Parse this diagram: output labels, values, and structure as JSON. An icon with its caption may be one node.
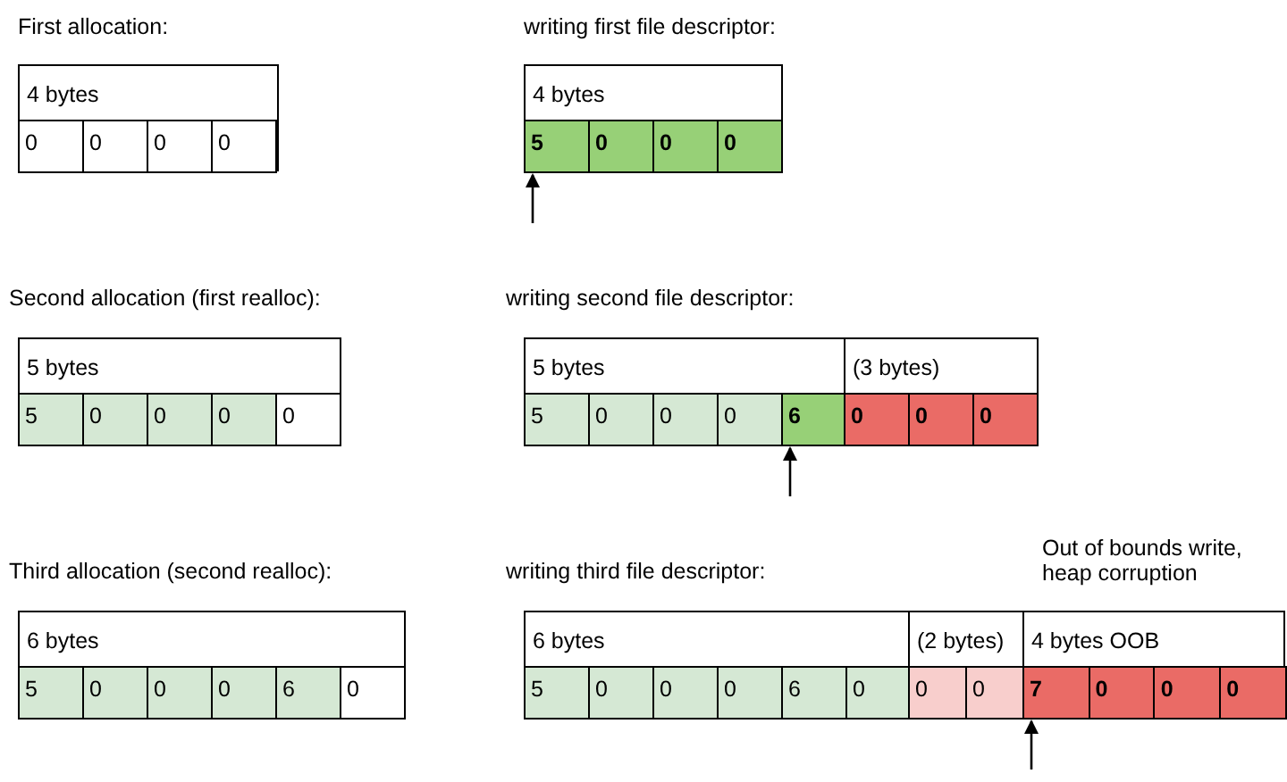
{
  "diagram": {
    "nodes": [
      {
        "text": [
          "4 bytes"
        ]
      },
      {
        "text": [
          "0"
        ],
        "in": 0
      },
      {
        "text": [
          "0"
        ],
        "in": 0
      },
      {
        "text": [
          "0"
        ],
        "in": 0
      },
      {
        "text": [
          "0"
        ],
        "in": 0
      },
      {
        "text": [
          "4 bytes"
        ]
      },
      {
        "text": [
          "5"
        ],
        "in": 5
      },
      {
        "text": [
          "0"
        ],
        "in": 5
      },
      {
        "text": [
          "0"
        ],
        "in": 5
      },
      {
        "text": [
          "0"
        ],
        "in": 5
      },
      {
        "text": [
          "5 bytes"
        ]
      },
      {
        "text": [
          "5"
        ],
        "in": 10
      },
      {
        "text": [
          "0"
        ],
        "in": 10
      },
      {
        "text": [
          "0"
        ],
        "in": 10
      },
      {
        "text": [
          "0"
        ],
        "in": 10
      },
      {
        "text": [
          "0"
        ],
        "in": 10
      },
      {
        "text": [
          "5 bytes"
        ]
      },
      {
        "text": [
          "5"
        ],
        "in": 16
      },
      {
        "text": [
          "0"
        ],
        "in": 16
      },
      {
        "text": [
          "0"
        ],
        "in": 16
      },
      {
        "text": [
          "0"
        ],
        "in": 16
      },
      {
        "text": [
          "6"
        ],
        "in": 16
      },
      {
        "text": [
          "(3 bytes)"
        ]
      },
      {
        "text": [
          "0"
        ],
        "in": 22
      },
      {
        "text": [
          "0"
        ],
        "in": 22
      },
      {
        "text": [
          "0"
        ],
        "in": 22
      },
      {
        "text": [
          "6 bytes"
        ]
      },
      {
        "text": [
          "5"
        ],
        "in": 26
      },
      {
        "text": [
          "0"
        ],
        "in": 26
      },
      {
        "text": [
          "0"
        ],
        "in": 26
      },
      {
        "text": [
          "0"
        ],
        "in": 26
      },
      {
        "text": [
          "6"
        ],
        "in": 26
      },
      {
        "text": [
          "0"
        ],
        "in": 26
      },
      {
        "text": [
          "6 bytes"
        ]
      },
      {
        "text": [
          "5"
        ],
        "in": 33
      },
      {
        "text": [
          "0"
        ],
        "in": 33
      },
      {
        "text": [
          "0"
        ],
        "in": 33
      },
      {
        "text": [
          "0"
        ],
        "in": 33
      },
      {
        "text": [
          "6"
        ],
        "in": 33
      },
      {
        "text": [
          "0"
        ],
        "in": 33
      },
      {
        "text": [
          "(2 bytes)"
        ]
      },
      {
        "text": [
          "0"
        ],
        "in": 40
      },
      {
        "text": [
          "0"
        ],
        "in": 40
      },
      {
        "text": [
          "4 bytes OOB"
        ]
      },
      {
        "text": [
          "7"
        ],
        "in": 43
      },
      {
        "text": [
          "0"
        ],
        "in": 43
      },
      {
        "text": [
          "0"
        ],
        "in": 43
      },
      {
        "text": [
          "0"
        ],
        "in": 43
      }
    ],
    "edges": [
      {
        "from": null,
        "to": 6,
        "arrow": "to"
      },
      {
        "from": null,
        "to": 21,
        "arrow": "to"
      },
      {
        "from": null,
        "to": 44,
        "arrow": "to"
      }
    ],
    "labels": [
      "First allocation:",
      "writing first file descriptor:",
      "Second allocation (first realloc):",
      "writing second file descriptor:",
      "Third allocation (second realloc):",
      "writing third file descriptor:",
      "Out of bounds write, heap corruption"
    ]
  }
}
